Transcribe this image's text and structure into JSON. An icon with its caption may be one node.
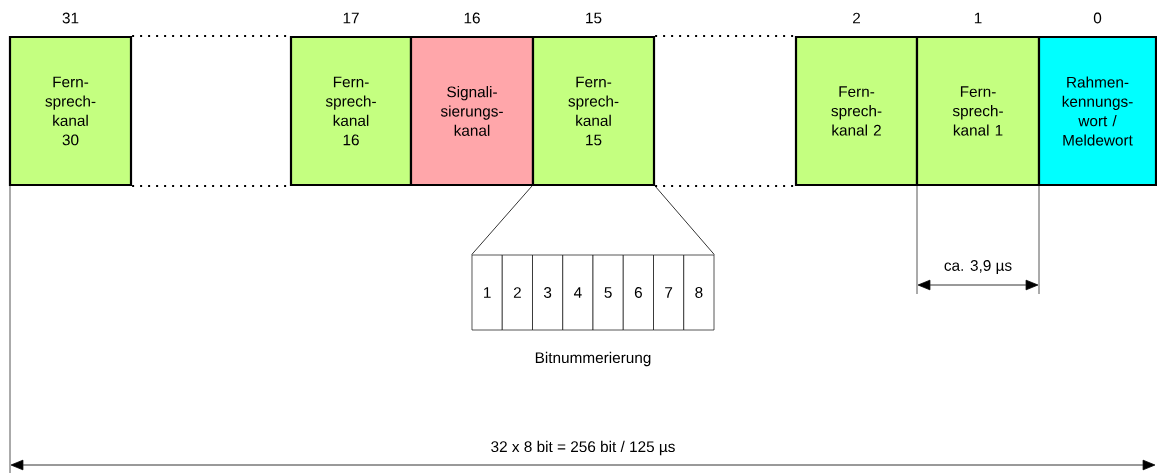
{
  "diagram": {
    "nodes": [
      {
        "text": [
          "Fern- sprech- kanal 30"
        ],
        "beside": [
          "31"
        ]
      },
      {
        "text": [
          "Fern- sprech- kanal 16"
        ],
        "beside": [
          "17"
        ]
      },
      {
        "text": [
          "Signali- sierungs- kanal"
        ],
        "beside": [
          "16"
        ]
      },
      {
        "text": [
          "Fern- sprech- kanal 15"
        ],
        "beside": [
          "15"
        ]
      },
      {
        "text": [
          "Fern- sprech- kanal 2"
        ],
        "beside": [
          "2"
        ]
      },
      {
        "text": [
          "Fern- sprech- kanal 1"
        ],
        "beside": [
          "1"
        ]
      },
      {
        "text": [
          "Rahmen- kennungs- wort / Meldewort"
        ],
        "beside": [
          "0"
        ]
      },
      {
        "text": [
          "1"
        ]
      },
      {
        "text": [
          "2"
        ]
      },
      {
        "text": [
          "3"
        ]
      },
      {
        "text": [
          "4"
        ]
      },
      {
        "text": [
          "5"
        ]
      },
      {
        "text": [
          "6"
        ]
      },
      {
        "text": [
          "7"
        ]
      },
      {
        "text": [
          "8"
        ]
      }
    ],
    "edges": [
      {
        "from": 0,
        "to": 1,
        "arrow": "none",
        "style": "dashed"
      },
      {
        "from": 0,
        "to": 1,
        "arrow": "none",
        "style": "dashed"
      },
      {
        "from": 3,
        "to": 4,
        "arrow": "none",
        "style": "dashed"
      },
      {
        "from": 3,
        "to": 4,
        "arrow": "none",
        "style": "dashed"
      },
      {
        "from": 3,
        "to": 7,
        "arrow": "none"
      },
      {
        "from": 3,
        "to": 14,
        "arrow": "none"
      }
    ],
    "labels": [
      "ca. 3,9 µs",
      "Bitnummerierung",
      "32 x 8 bit = 256 bit / 125 µs"
    ]
  }
}
